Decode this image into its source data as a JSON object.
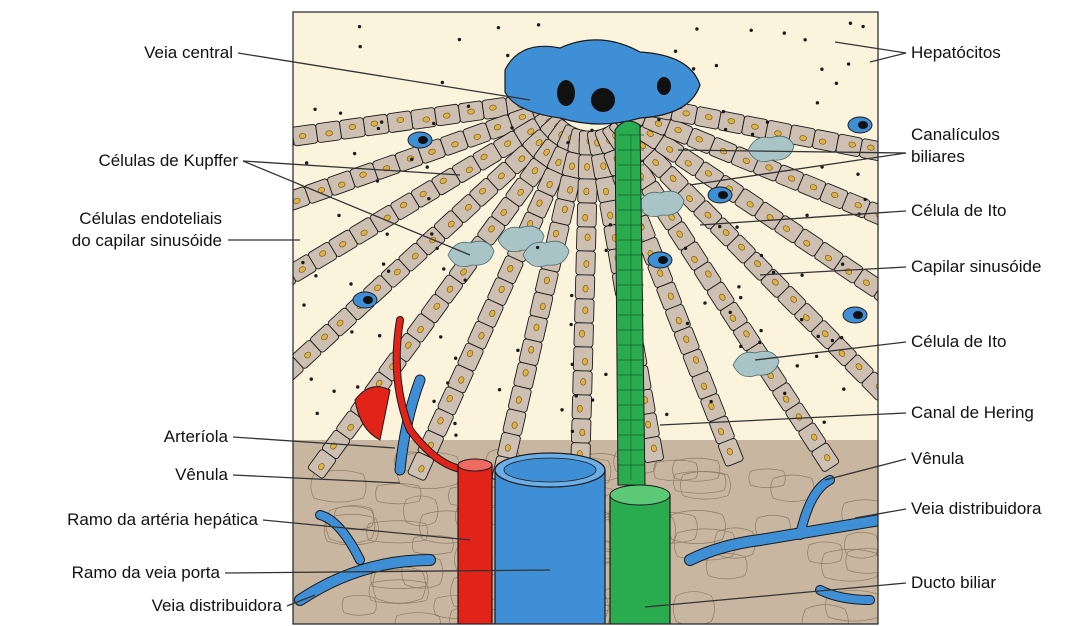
{
  "labels_left": [
    {
      "id": "veia-central",
      "lines": [
        "Veia central"
      ]
    },
    {
      "id": "celulas-de-kupffer",
      "lines": [
        "Células de Kupffer"
      ]
    },
    {
      "id": "celulas-endoteliais",
      "lines": [
        "Células endoteliais",
        "do capilar sinusóide"
      ]
    },
    {
      "id": "arteriola",
      "lines": [
        "Arteríola"
      ]
    },
    {
      "id": "venula-left",
      "lines": [
        "Vênula"
      ]
    },
    {
      "id": "ramo-arteria-hepatica",
      "lines": [
        "Ramo da artéria hepática"
      ]
    },
    {
      "id": "ramo-veia-porta",
      "lines": [
        "Ramo da veia porta"
      ]
    },
    {
      "id": "veia-distribuidora-left",
      "lines": [
        "Veia distribuidora"
      ]
    }
  ],
  "labels_right": [
    {
      "id": "hepatocitos",
      "lines": [
        "Hepatócitos"
      ]
    },
    {
      "id": "canaliculos-biliares",
      "lines": [
        "Canalículos",
        "biliares"
      ]
    },
    {
      "id": "celula-de-ito-1",
      "lines": [
        "Célula de Ito"
      ]
    },
    {
      "id": "capilar-sinusoide",
      "lines": [
        "Capilar sinusóide"
      ]
    },
    {
      "id": "celula-de-ito-2",
      "lines": [
        "Célula de Ito"
      ]
    },
    {
      "id": "canal-de-hering",
      "lines": [
        "Canal de Hering"
      ]
    },
    {
      "id": "venula-right",
      "lines": [
        "Vênula"
      ]
    },
    {
      "id": "veia-distribuidora-right",
      "lines": [
        "Veia distribuidora"
      ]
    },
    {
      "id": "ducto-biliar",
      "lines": [
        "Ducto biliar"
      ]
    }
  ],
  "colors": {
    "hepatocyte": "#cdc0b3",
    "sinusoid": "#fbf3dc",
    "portal_vein": "#3f8fd6",
    "artery": "#e2231a",
    "bile_duct": "#2bab4f",
    "nucleus": "#e0b143",
    "kupffer": "#a8c4c6",
    "stroma": "#c9b6a0",
    "outline": "#1a1a1a"
  }
}
